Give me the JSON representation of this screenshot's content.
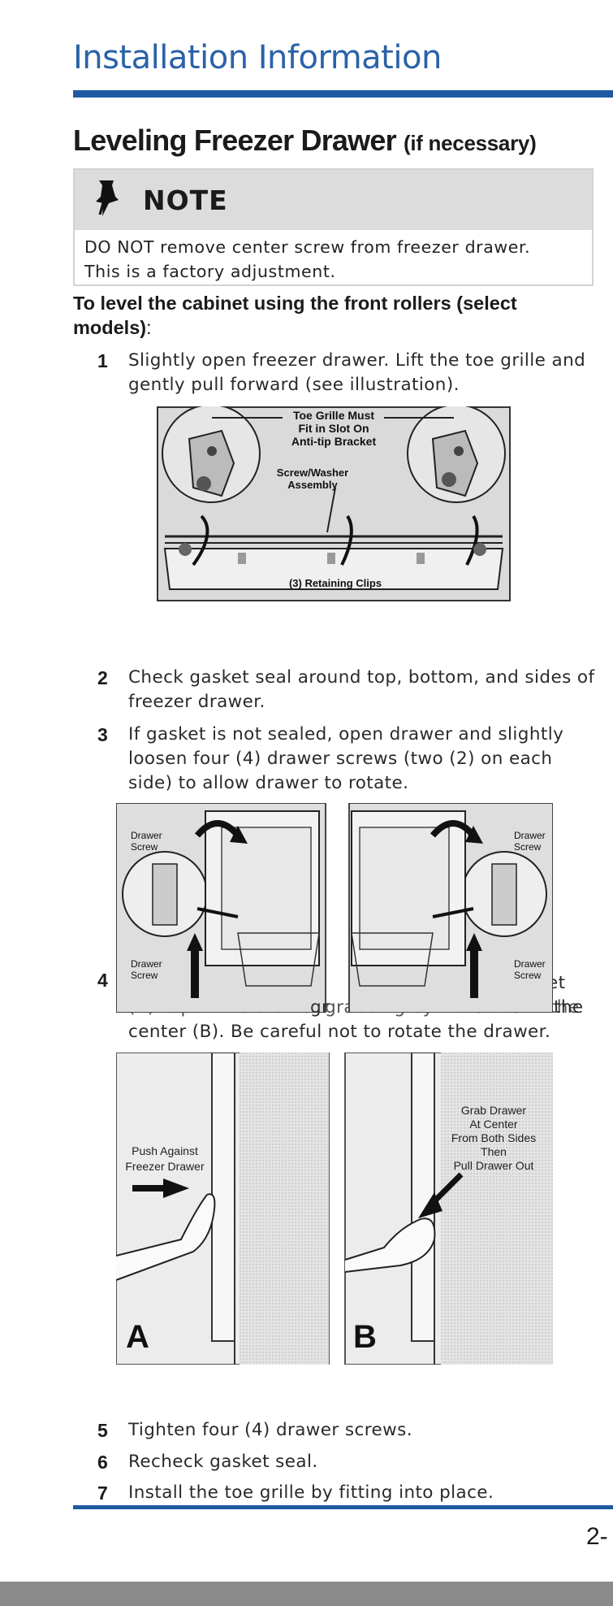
{
  "header": {
    "section_title": "Installation Information"
  },
  "heading": {
    "main": "Leveling Freezer Drawer",
    "sub": "(if necessary)"
  },
  "note": {
    "label": "NOTE",
    "icon": "pushpin-icon",
    "line1": "DO NOT remove center screw from freezer drawer.",
    "line2": "This is a factory adjustment."
  },
  "intro": {
    "bold": "To level the cabinet using the front rollers (select models)",
    "tail": ":"
  },
  "steps": [
    {
      "num": "1",
      "lines": [
        "Slightly open freezer drawer.  Lift the toe grille and",
        "gently pull forward (see illustration)."
      ]
    },
    {
      "num": "2",
      "lines": [
        "Check gasket seal around top, bottom, and sides of",
        "freezer drawer."
      ]
    },
    {
      "num": "3",
      "lines": [
        "If gasket is not sealed, open drawer and slightly",
        "loosen four (4) drawer screws (two (2) on each",
        "side) to allow drawer to rotate."
      ]
    },
    {
      "num": "4",
      "lines": [
        "et",
        "the",
        "center (B).  Be careful not to rotate the drawer."
      ],
      "partial_fragments": [
        "ec",
        "gr",
        "(A).  Open the drawer grabbing by the sides in the"
      ]
    },
    {
      "num": "5",
      "lines": [
        "Tighten four (4) drawer screws."
      ]
    },
    {
      "num": "6",
      "lines": [
        "Recheck gasket seal."
      ]
    },
    {
      "num": "7",
      "lines": [
        "Install the toe grille by fitting into place."
      ]
    }
  ],
  "figure1": {
    "label_top": [
      "Toe Grille Must",
      "Fit in Slot On",
      "Anti-tip Bracket"
    ],
    "label_mid": [
      "Screw/Washer",
      "Assembly"
    ],
    "label_bottom": "(3) Retaining Clips"
  },
  "figure2": {
    "left_top": [
      "Drawer",
      "Screw"
    ],
    "left_bottom": [
      "Drawer",
      "Screw"
    ],
    "right_top": [
      "Drawer",
      "Screw"
    ],
    "right_bottom": [
      "Drawer",
      "Screw"
    ]
  },
  "figure3": {
    "a_label": "A",
    "a_text": [
      "Push Against",
      "Freezer Drawer"
    ],
    "b_label": "B",
    "b_text": [
      "Grab Drawer",
      "At Center",
      "From Both Sides",
      "Then",
      "Pull Drawer Out"
    ]
  },
  "footer": {
    "page_number": "2-"
  },
  "colors": {
    "accent_blue": "#1f5aa3",
    "note_gray": "#dcdcdc"
  }
}
